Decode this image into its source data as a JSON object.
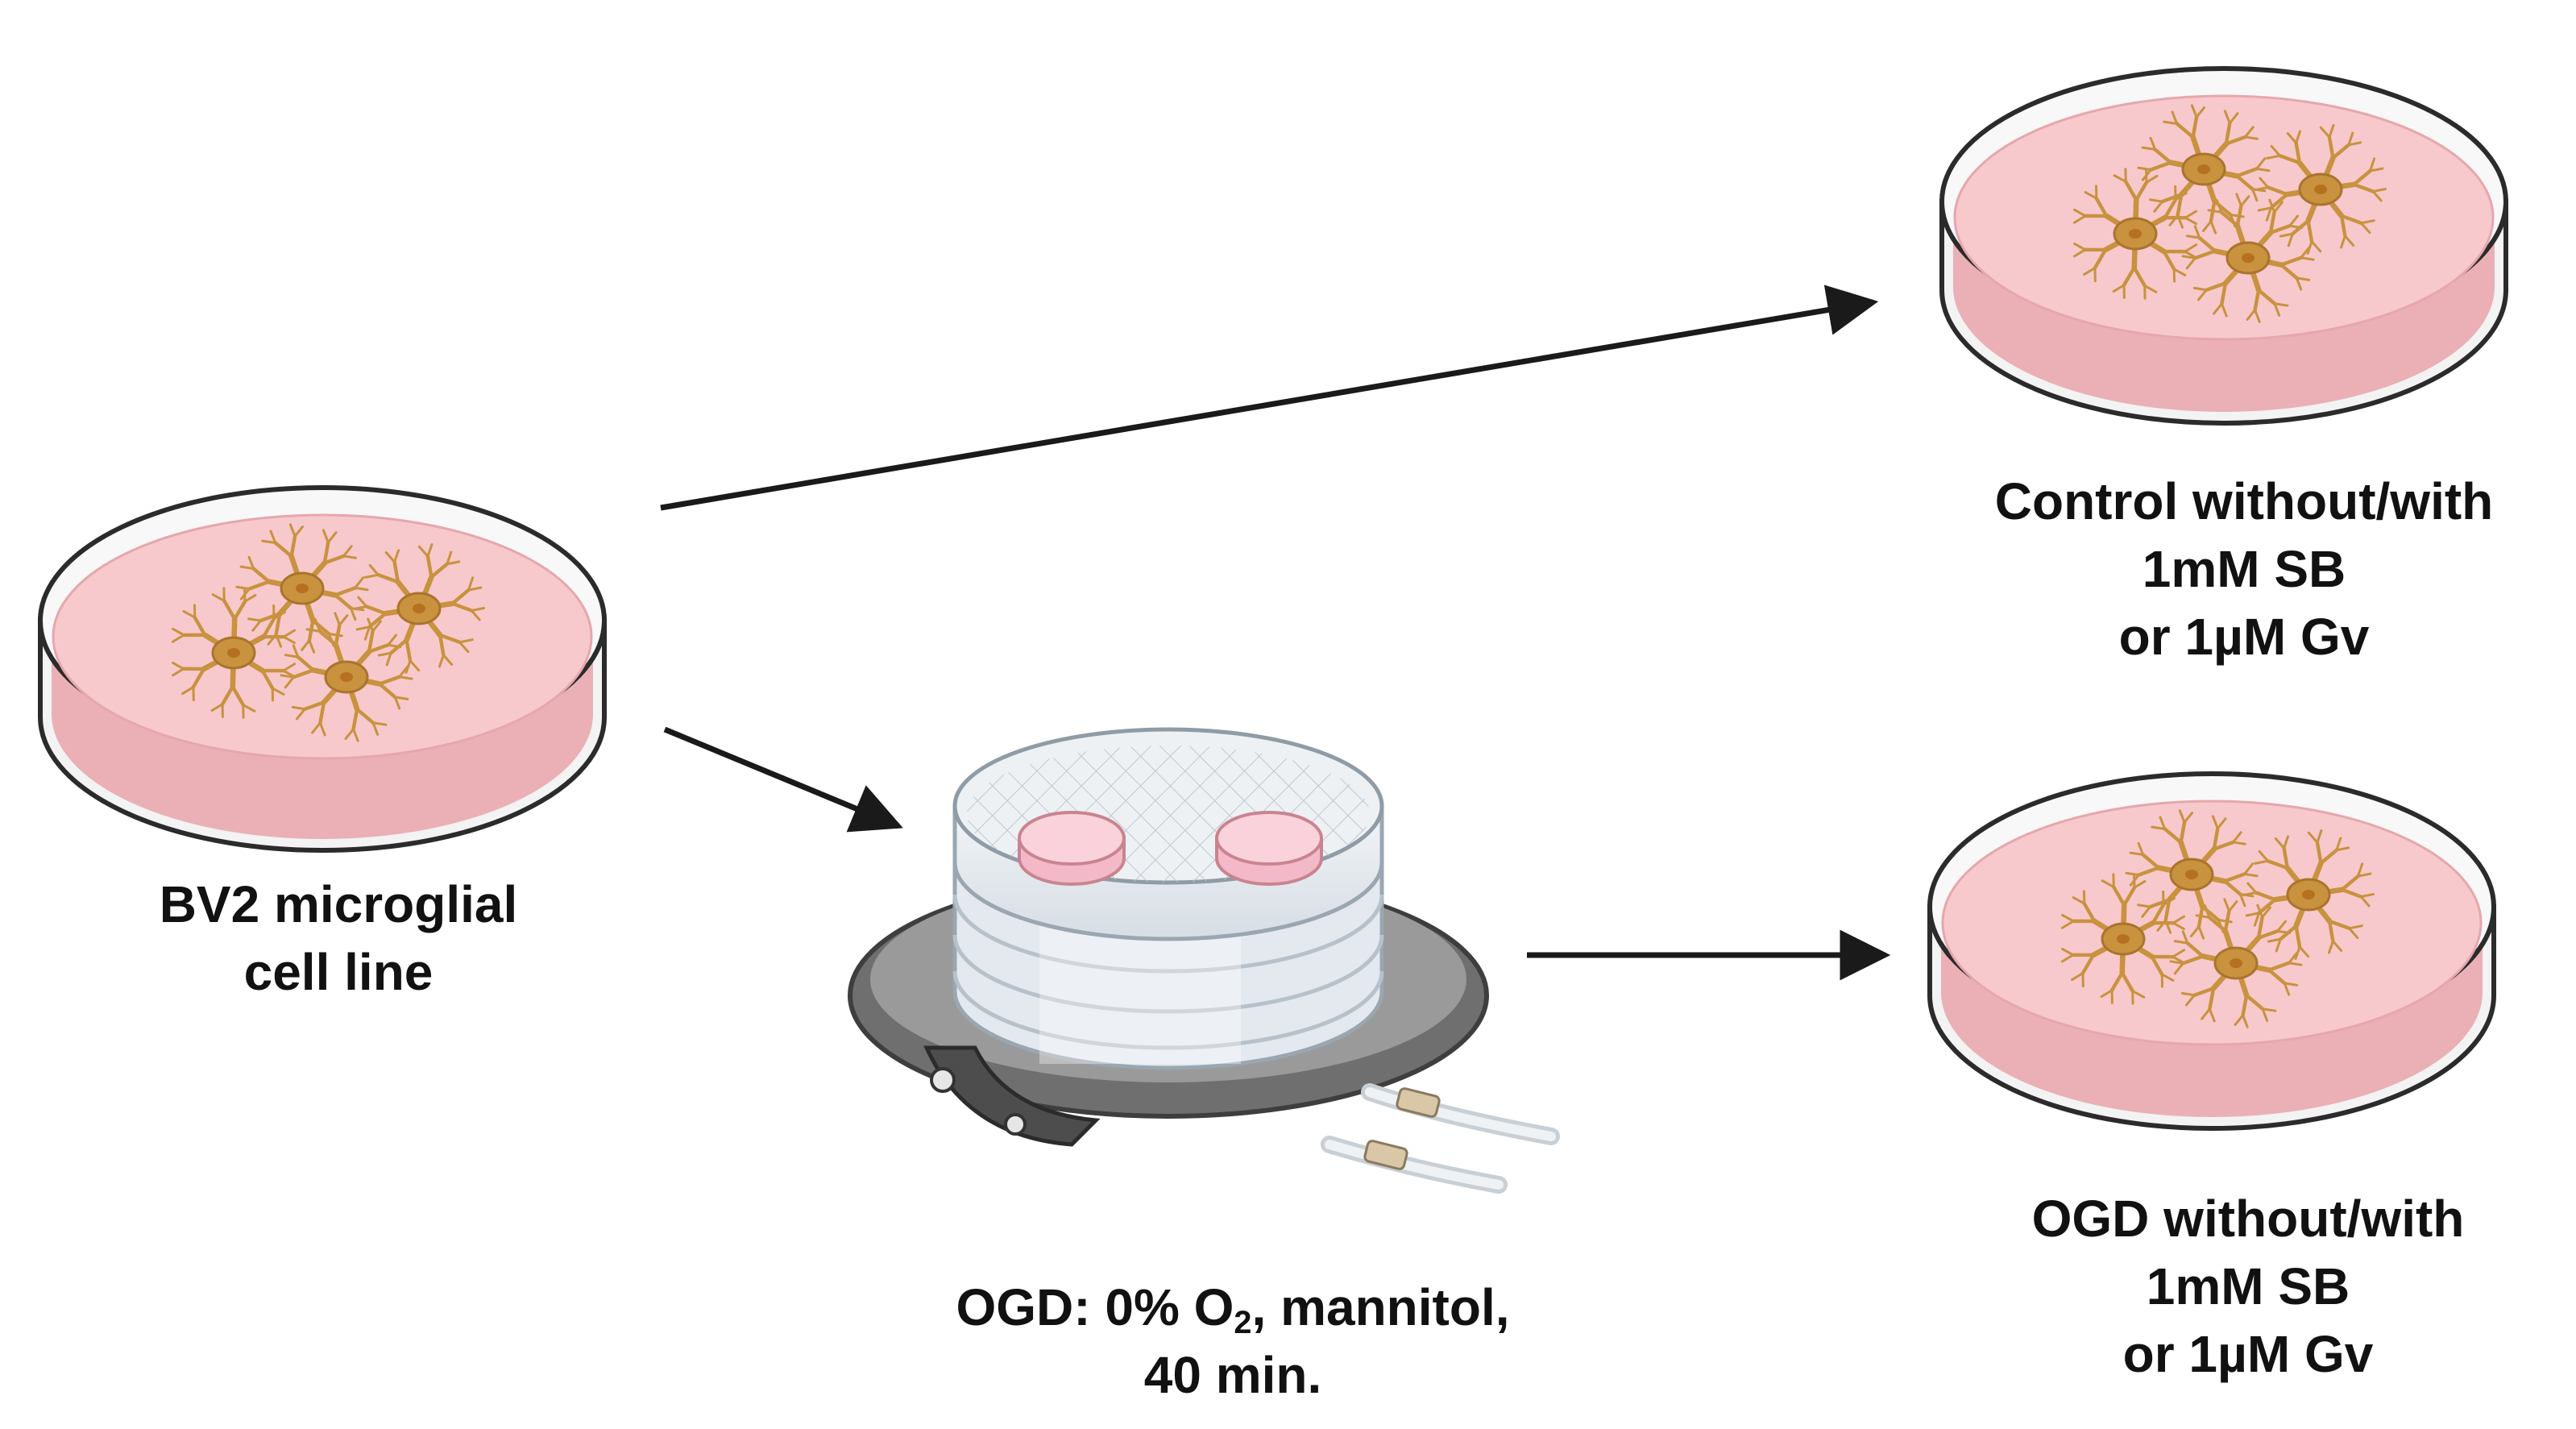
{
  "labels": {
    "source": {
      "line1": "BV2 microglial",
      "line2": "cell line"
    },
    "control": {
      "line1": "Control without/with",
      "line2": "1mM SB",
      "line3": "or 1µM Gv"
    },
    "ogd_result": {
      "line1": "OGD without/with",
      "line2": "1mM SB",
      "line3": "or 1µM Gv"
    },
    "chamber": {
      "prefix": "OGD: 0% O",
      "subscript": "2",
      "suffix": ", mannitol,",
      "line2": "40 min."
    }
  },
  "colors": {
    "medium": "#f7c9cc",
    "medium_edge": "#e79aa1",
    "dish_rim": "#2b2b2b",
    "cell": "#c8923f",
    "nucleus": "#b5711f",
    "arrow": "#1a1a1a",
    "chamber_body": "#dfe6ec",
    "chamber_base": "#6b6b6b"
  }
}
